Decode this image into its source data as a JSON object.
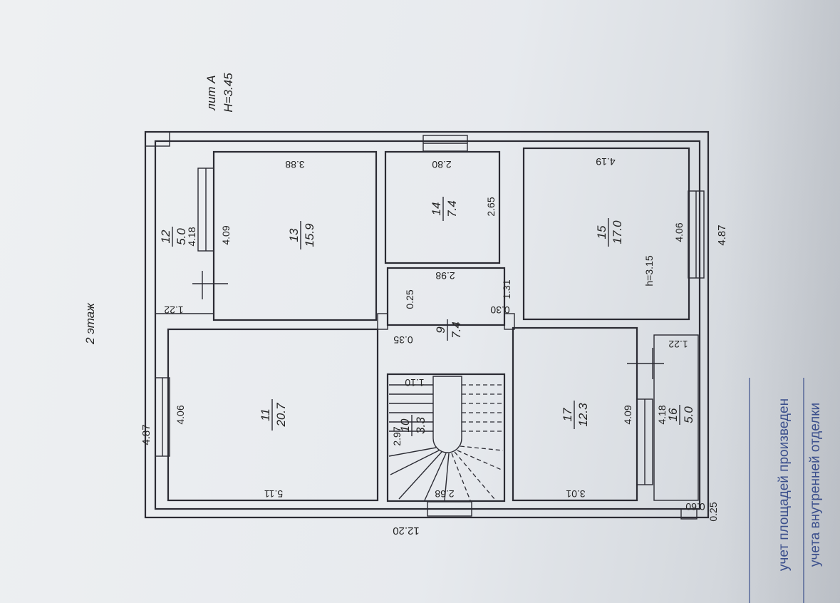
{
  "floor_label": "2 этаж",
  "letter_label": "лит А",
  "height_label": "Н=3.45",
  "rooms": [
    {
      "id": "11",
      "area": "20.7",
      "width": "5.11",
      "depth": "4.06"
    },
    {
      "id": "13",
      "area": "15.9",
      "width": "3.88",
      "depth": "4.09"
    },
    {
      "id": "14",
      "area": "7.4",
      "width": "2.80",
      "depth": "2.65"
    },
    {
      "id": "15",
      "area": "17.0",
      "width": "4.19",
      "depth": "4.06",
      "note": "h=3.15"
    },
    {
      "id": "9",
      "area": "7.4",
      "width": "2.98",
      "depth": "1.31"
    },
    {
      "id": "10",
      "area": "3.3",
      "width": "2.68",
      "depth": "2.97"
    },
    {
      "id": "17",
      "area": "12.3",
      "width": "3.01",
      "depth": "4.09"
    },
    {
      "id": "12",
      "area": "5.0",
      "width": "1.22",
      "depth": "4.18"
    },
    {
      "id": "16",
      "area": "5.0",
      "width": "1.22",
      "depth": "4.18"
    }
  ],
  "dims": {
    "overall_length": "12.20",
    "left_side": "4.87",
    "right_side": "4.87",
    "corridor_a": "0.25",
    "corridor_b": "0.35",
    "corridor_c": "0.30",
    "stair_top": "1.10",
    "corner_a": "0.60",
    "corner_b": "0.25"
  },
  "footer": {
    "line1": "учет площадей произведен",
    "line2": "учета внутренней отделки"
  }
}
